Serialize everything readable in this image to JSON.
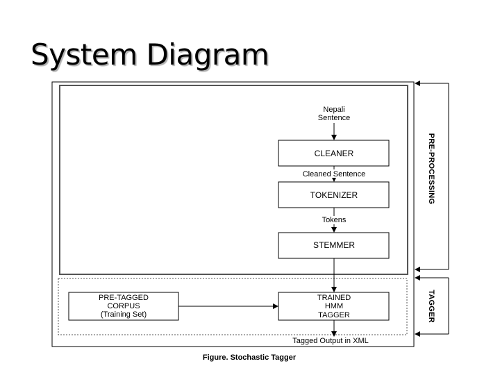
{
  "slide_title": "System Diagram",
  "diagram": {
    "input_label_line1": "Nepali",
    "input_label_line2": "Sentence",
    "boxes": {
      "cleaner": "CLEANER",
      "tokenizer": "TOKENIZER",
      "stemmer": "STEMMER",
      "corpus_line1": "PRE-TAGGED",
      "corpus_line2": "CORPUS",
      "corpus_line3": "(Training Set)",
      "tagger_line1": "TRAINED",
      "tagger_line2": "HMM",
      "tagger_line3": "TAGGER"
    },
    "edge_labels": {
      "cleaned_sentence": "Cleaned Sentence",
      "tokens": "Tokens",
      "output": "Tagged Output in XML"
    },
    "side_labels": {
      "preprocessing": "PRE-PROCESSING",
      "tagger": "TAGGER"
    },
    "caption": "Figure. Stochastic Tagger"
  }
}
